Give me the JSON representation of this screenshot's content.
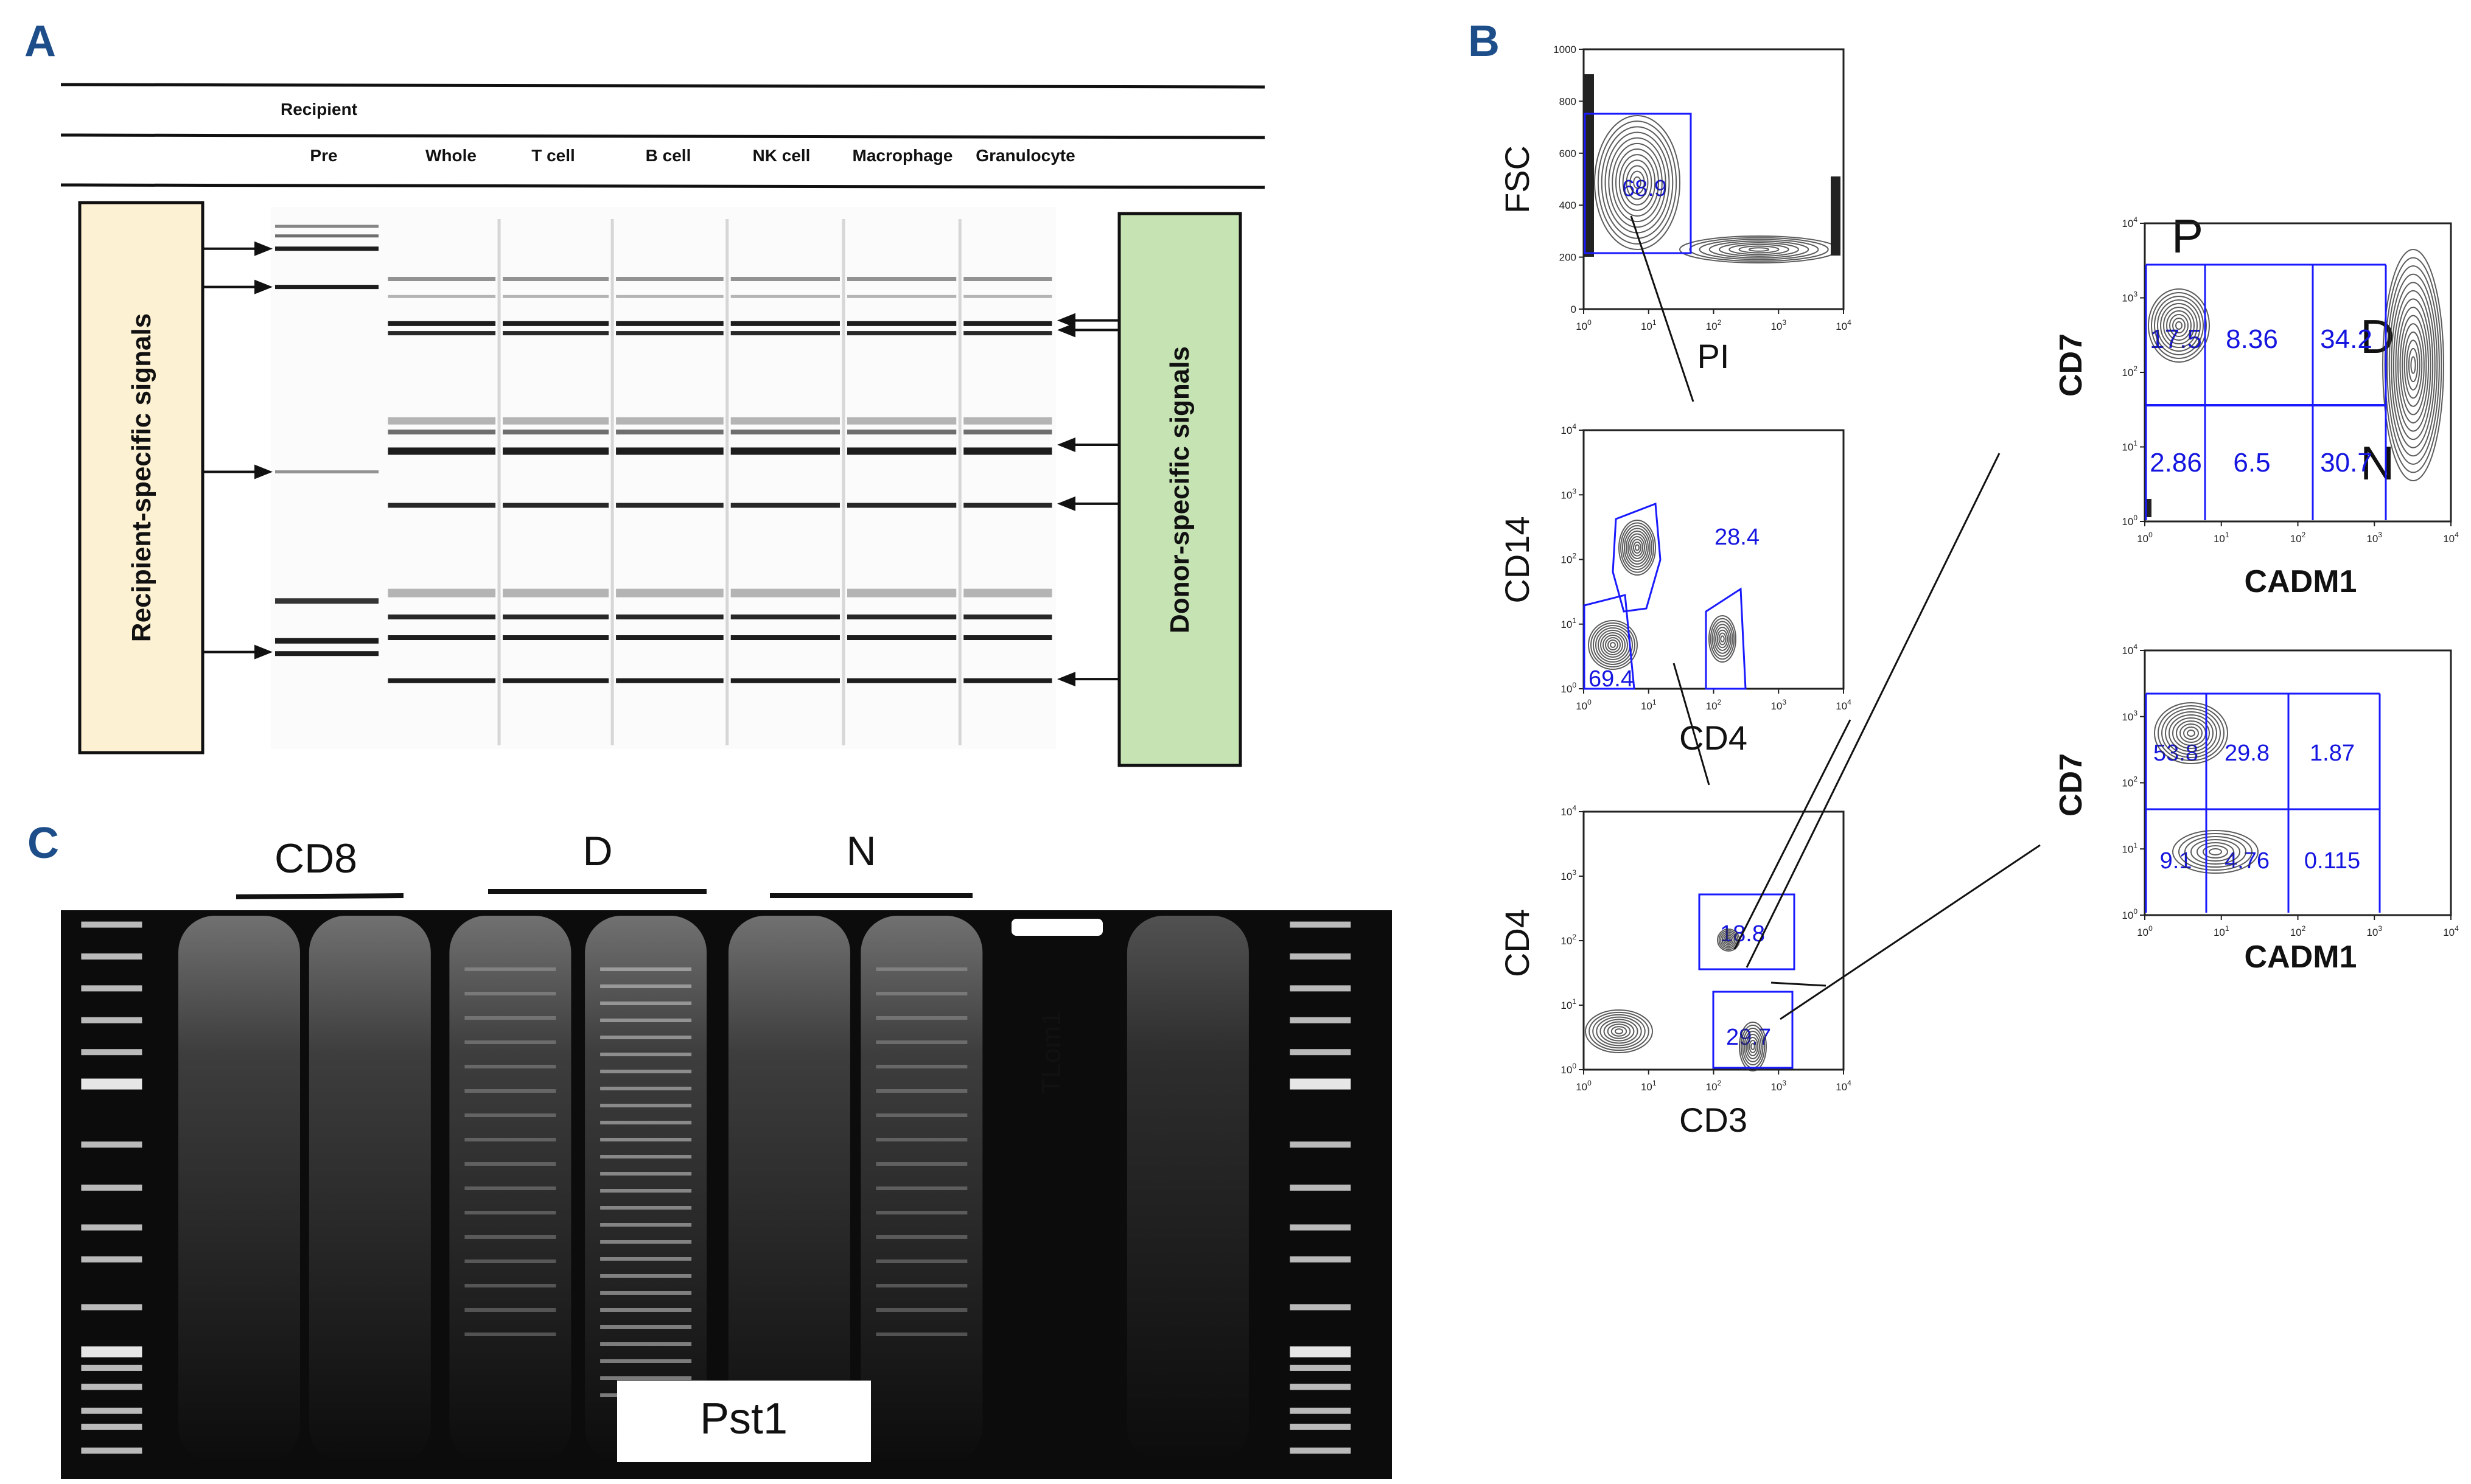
{
  "panel_labels": {
    "a": "A",
    "b": "B",
    "c": "C"
  },
  "panel_a": {
    "group_header": "Recipient",
    "columns": [
      "Pre",
      "Whole",
      "T cell",
      "B cell",
      "NK cell",
      "Macrophage",
      "Granulocyte"
    ],
    "left_box": "Recipient-specific signals",
    "right_box": "Donor-specific signals",
    "colors": {
      "left_box": "#fdf1d3",
      "right_box": "#c6e3b3"
    }
  },
  "panel_b": {
    "plot1": {
      "ylabel": "FSC",
      "xlabel": "PI",
      "yticks": [
        "0",
        "200",
        "400",
        "600",
        "800",
        "1000"
      ],
      "gate": "68.9"
    },
    "plot2": {
      "ylabel": "CD14",
      "xlabel": "CD4",
      "gates": [
        "28.4",
        "69.4"
      ]
    },
    "plot3": {
      "ylabel": "CD4",
      "xlabel": "CD3",
      "gates": [
        "18.8",
        "29.7"
      ]
    },
    "plot4": {
      "ylabel": "CD7",
      "xlabel": "CADM1",
      "gates": [
        "17.5",
        "8.36",
        "34.2",
        "2.86",
        "6.5",
        "30.7"
      ],
      "quadrant_labels": [
        "P",
        "D",
        "N"
      ]
    },
    "plot5": {
      "ylabel": "CD7",
      "xlabel": "CADM1",
      "gates": [
        "53.8",
        "29.8",
        "1.87",
        "9.1",
        "4.76",
        "0.115"
      ]
    },
    "log_ticks": {
      "base": "10",
      "exponents": [
        "0",
        "1",
        "2",
        "3",
        "4"
      ]
    },
    "gate_color": "#1a1aff"
  },
  "panel_c": {
    "groups": [
      "CD8",
      "D",
      "N"
    ],
    "lane_label": "TLom1",
    "enzyme": "Pst1"
  }
}
